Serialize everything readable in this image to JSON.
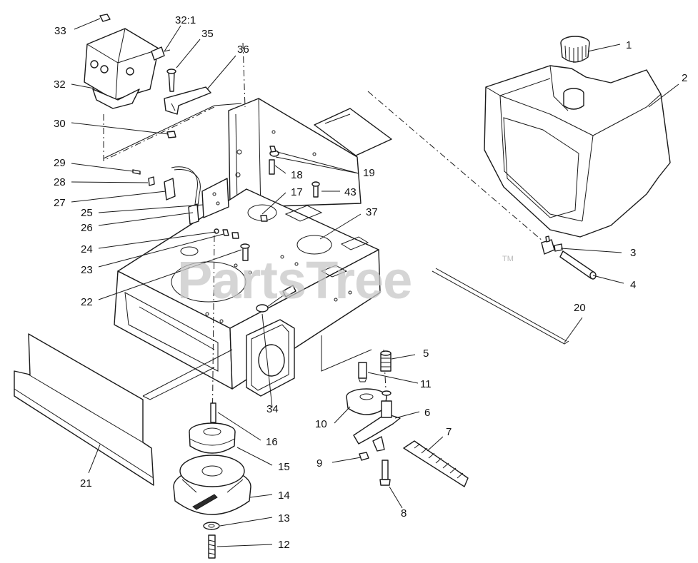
{
  "watermark": {
    "text": "PartsTree",
    "trademark": "TM"
  },
  "callouts": [
    {
      "id": "c1",
      "label": "1"
    },
    {
      "id": "c2",
      "label": "2"
    },
    {
      "id": "c3",
      "label": "3"
    },
    {
      "id": "c4",
      "label": "4"
    },
    {
      "id": "c5",
      "label": "5"
    },
    {
      "id": "c6",
      "label": "6"
    },
    {
      "id": "c7",
      "label": "7"
    },
    {
      "id": "c8",
      "label": "8"
    },
    {
      "id": "c9",
      "label": "9"
    },
    {
      "id": "c10",
      "label": "10"
    },
    {
      "id": "c11",
      "label": "11"
    },
    {
      "id": "c12",
      "label": "12"
    },
    {
      "id": "c13",
      "label": "13"
    },
    {
      "id": "c14",
      "label": "14"
    },
    {
      "id": "c15",
      "label": "15"
    },
    {
      "id": "c16",
      "label": "16"
    },
    {
      "id": "c17",
      "label": "17"
    },
    {
      "id": "c18",
      "label": "18"
    },
    {
      "id": "c19",
      "label": "19"
    },
    {
      "id": "c20",
      "label": "20"
    },
    {
      "id": "c21",
      "label": "21"
    },
    {
      "id": "c22",
      "label": "22"
    },
    {
      "id": "c23",
      "label": "23"
    },
    {
      "id": "c24",
      "label": "24"
    },
    {
      "id": "c25",
      "label": "25"
    },
    {
      "id": "c26",
      "label": "26"
    },
    {
      "id": "c27",
      "label": "27"
    },
    {
      "id": "c28",
      "label": "28"
    },
    {
      "id": "c29",
      "label": "29"
    },
    {
      "id": "c30",
      "label": "30"
    },
    {
      "id": "c32",
      "label": "32"
    },
    {
      "id": "c32_1",
      "label": "32:1"
    },
    {
      "id": "c33",
      "label": "33"
    },
    {
      "id": "c34",
      "label": "34"
    },
    {
      "id": "c35",
      "label": "35"
    },
    {
      "id": "c36",
      "label": "36"
    },
    {
      "id": "c37",
      "label": "37"
    },
    {
      "id": "c43",
      "label": "43"
    }
  ]
}
